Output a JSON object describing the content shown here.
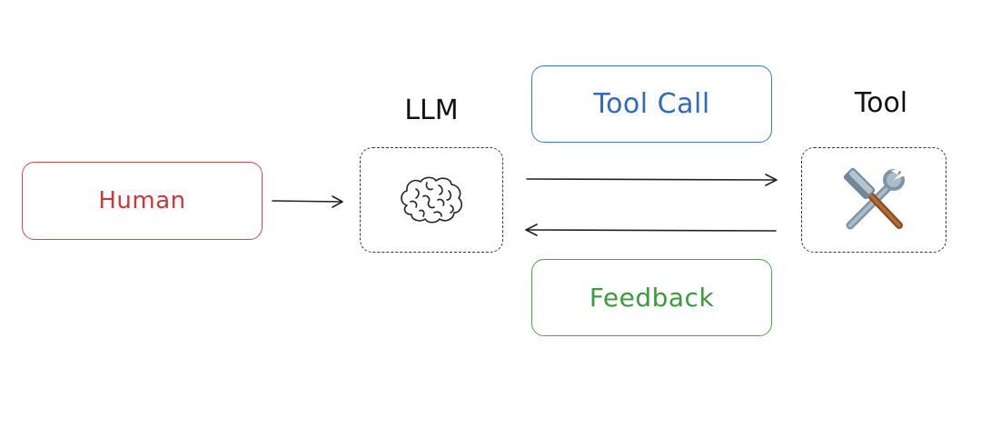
{
  "nodes": {
    "human": {
      "label": "Human"
    },
    "llm": {
      "label": "LLM",
      "icon": "brain-icon"
    },
    "tool": {
      "label": "Tool",
      "icon": "hammer-wrench-icon"
    }
  },
  "edges": {
    "tool_call": {
      "label": "Tool Call"
    },
    "feedback": {
      "label": "Feedback"
    }
  },
  "colors": {
    "human": "#c93a3a",
    "tool_call": "#2f6bbd",
    "feedback": "#3e9a3e",
    "stroke": "#222222"
  }
}
